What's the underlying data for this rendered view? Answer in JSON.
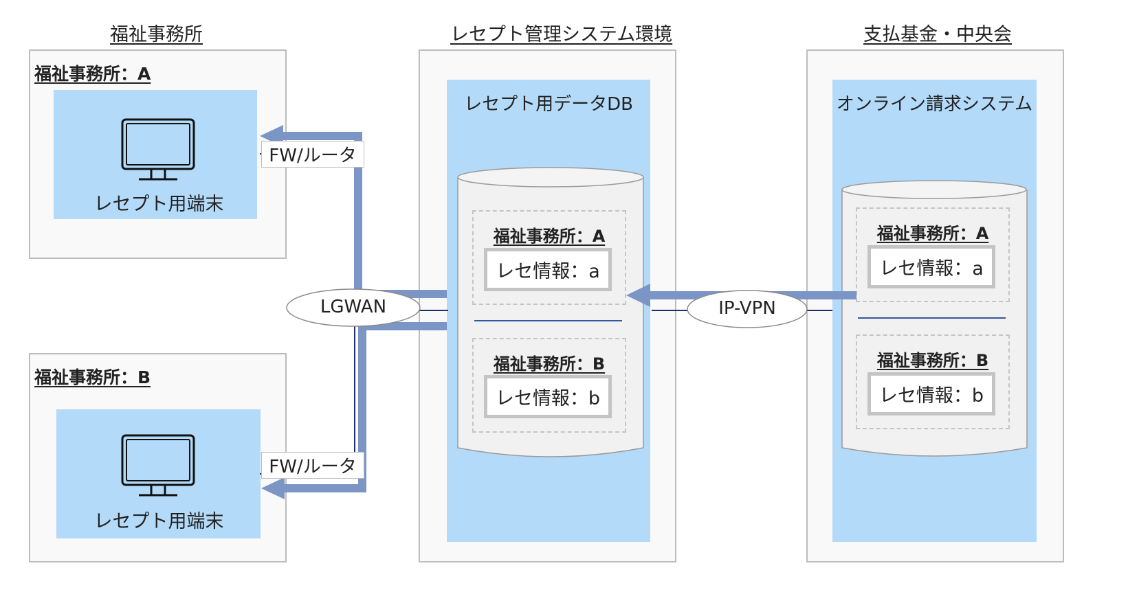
{
  "sections": {
    "welfare_office": "福祉事務所",
    "receipt_system_env": "レセプト管理システム環境",
    "payment_fund": "支払基金・中央会"
  },
  "offices": {
    "a": {
      "label": "福祉事務所：A",
      "terminal": "レセプト用端末"
    },
    "b": {
      "label": "福祉事務所：B",
      "terminal": "レセプト用端末"
    }
  },
  "receipt_db": {
    "title": "レセプト用データDB",
    "records": [
      {
        "office": "福祉事務所：A",
        "info": "レセ情報：a"
      },
      {
        "office": "福祉事務所：B",
        "info": "レセ情報：b"
      }
    ]
  },
  "online_billing": {
    "title": "オンライン請求システム",
    "records": [
      {
        "office": "福祉事務所：A",
        "info": "レセ情報：a"
      },
      {
        "office": "福祉事務所：B",
        "info": "レセ情報：b"
      }
    ]
  },
  "network": {
    "fw_a": "FW/ルータ",
    "fw_b": "FW/ルータ",
    "lgwan": "LGWAN",
    "ipvpn": "IP-VPN"
  },
  "icons": [
    "monitor-icon",
    "cylinder-db-icon",
    "flow-arrow-icon"
  ],
  "colors": {
    "panel_blue": "#b3daf8",
    "arrow_blue": "#7b95c5",
    "line_navy": "#1d2f6f",
    "box_gray": "#c4c4c4"
  }
}
